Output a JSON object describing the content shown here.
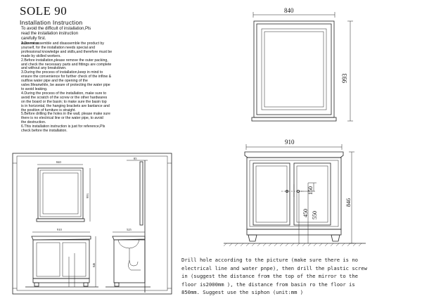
{
  "header": {
    "title": "SOLE 90",
    "subtitle": "Installation Instruction"
  },
  "intro": [
    "To avoid the difficult of installation,Pls",
    "read the installation instruction",
    "carefully first.",
    "Awareness"
  ],
  "steps": [
    "1.Do not assemble and disassemble the product by",
    "yourself, for the installation needs special and",
    "professional knowledge and skills,and therefore must be",
    "made by skilled workers.",
    "2.Before installation,please remove the outer packing,",
    "and check the necessary parts and fittings are complete",
    "and without any breakdown.",
    "3.During the process of installation,keep in mind to",
    "ensure the convenience for further check of the inflow &",
    "outflow water pipe and the opening of the",
    "valve.Meanwhile, be aware of protecting the water pipe",
    "to avoid leaking.",
    "4.During the process of the installation, make sure to",
    "avoid the scratch of the screw or the other hardwares",
    "on the board or the basin; to make sure the basin top",
    "is in horizontal, the hanging brackets are banlance and",
    "the position of furniture is straight.",
    "5.Before drilling the holes in the wall, please make sure",
    "there is no electrical line or the water pipe, to avoid",
    "the destruction.",
    "6.This installation instruction is just for reference,Pls",
    "check before the installation."
  ],
  "drill_note": [
    "Drill hole according to the picture (make sure there is no",
    "electrical line and water pnpe), then drill the plastic screw",
    "in (suggest the distance from the top of the mirror to the",
    "floor is2000mm ), the distance from basin ro the floor is",
    "850mm. Suggest use the siphon (unit:mm )"
  ],
  "dimensions": {
    "mirror_width": "840",
    "mirror_height": "993",
    "cabinet_width": "910",
    "cabinet_height": "846",
    "drill_150": "150",
    "drill_450": "450",
    "drill_550": "550",
    "small_mirror_width": "840",
    "small_side_top": "85",
    "small_cabinet_width": "910",
    "small_side_depth": "525",
    "small_mirror_height": "993",
    "small_cabinet_height": "846"
  }
}
